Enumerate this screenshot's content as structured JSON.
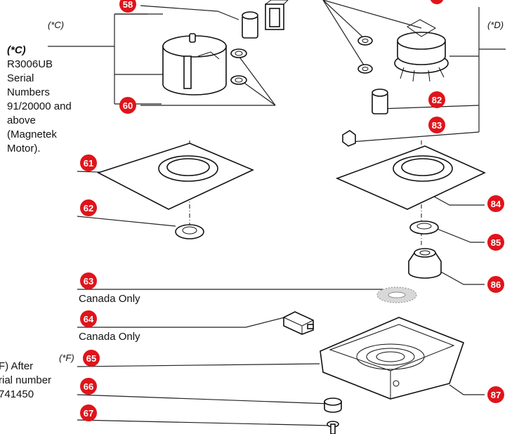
{
  "colors": {
    "callout": "#e0141b",
    "ink": "#111111"
  },
  "callouts": [
    "58",
    "60",
    "61",
    "62",
    "63",
    "64",
    "65",
    "66",
    "67",
    "82",
    "83",
    "84",
    "85",
    "86",
    "87"
  ],
  "labels": {
    "ref_c_top": "(*C)",
    "ref_d_top": "(*D)",
    "ref_f": "(*F)",
    "note_c_head": "(*C)",
    "note_c_lines": [
      "R3006UB",
      "Serial",
      "Numbers",
      "91/20000 and",
      "above",
      "(Magnetek",
      "Motor)."
    ],
    "canada_63": "Canada Only",
    "canada_64": "Canada Only",
    "note_f_lines": [
      "F) After",
      "rial number",
      "741450"
    ]
  }
}
